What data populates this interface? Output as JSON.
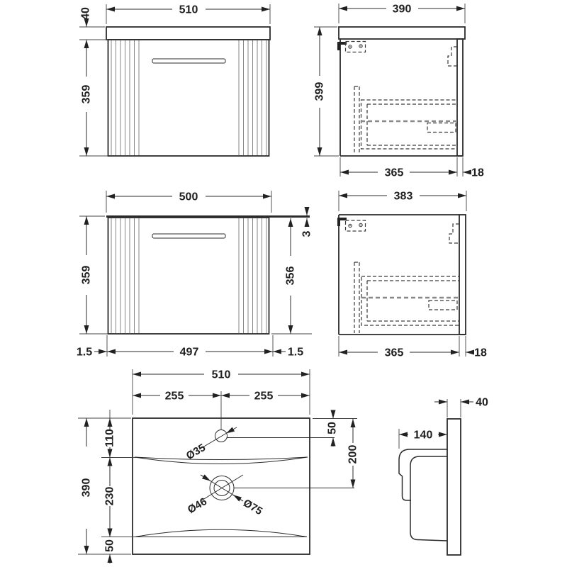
{
  "drawing": {
    "front_top": {
      "width": "510",
      "worktop_h": "40",
      "height": "359"
    },
    "side_top": {
      "width": "390",
      "height": "399",
      "depth": "365",
      "back_panel": "18"
    },
    "front_mid": {
      "width": "500",
      "height": "359",
      "top_thickness": "3",
      "inner_height": "356",
      "edge_left": "1.5",
      "inner_width": "497",
      "edge_right": "1.5"
    },
    "side_mid": {
      "width": "383",
      "depth": "365",
      "back_panel": "18"
    },
    "basin_plan": {
      "width": "510",
      "left_half": "255",
      "right_half": "255",
      "depth": "390",
      "seg_top": "110",
      "seg_mid": "230",
      "seg_bottom": "50",
      "tap_from_top": "50",
      "waste_from_top": "200",
      "tap_hole": "Ø35",
      "waste_hole_inner": "Ø46",
      "waste_hole_outer": "Ø75"
    },
    "basin_profile": {
      "wall_thickness": "40",
      "bowl_depth": "140"
    }
  },
  "colors": {
    "line": "#2b2b2b",
    "dash": "#3a3a3a",
    "light": "#666666",
    "bg": "#ffffff"
  }
}
